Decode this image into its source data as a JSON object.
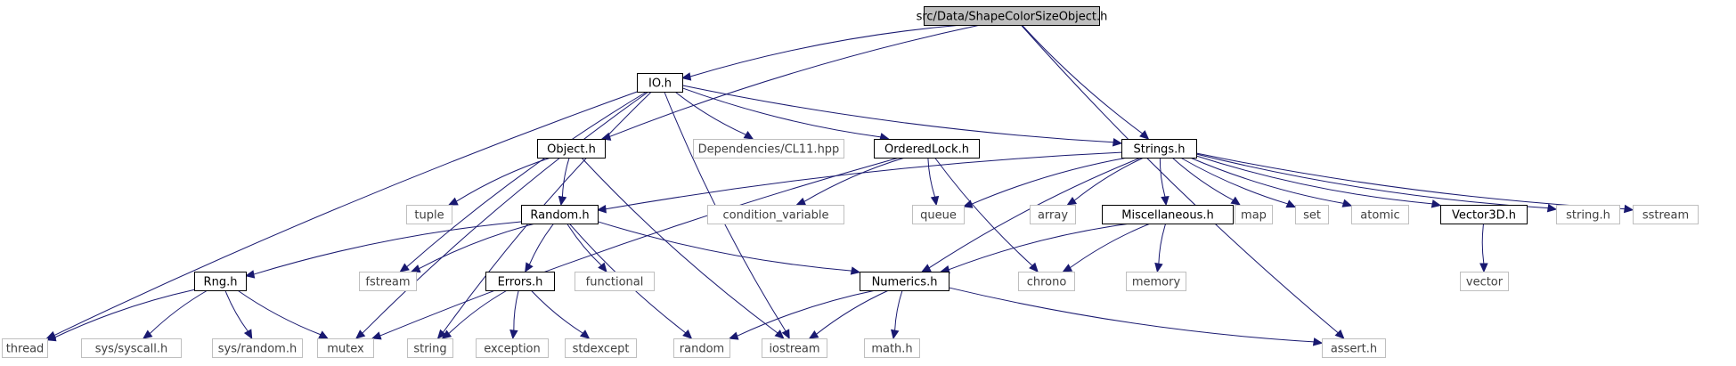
{
  "colors": {
    "edge": "#191970",
    "root_fill": "#bfbfbf",
    "documented_border": "#000000",
    "system_border": "#bfbfbf",
    "system_text": "#404040"
  },
  "nodes": [
    {
      "id": "root",
      "label": "src/Data/ShapeColorSizeObject.h",
      "kind": "root"
    },
    {
      "id": "io",
      "label": "IO.h",
      "kind": "documented"
    },
    {
      "id": "object",
      "label": "Object.h",
      "kind": "documented"
    },
    {
      "id": "strings",
      "label": "Strings.h",
      "kind": "documented"
    },
    {
      "id": "cl11",
      "label": "Dependencies/CL11.hpp",
      "kind": "system"
    },
    {
      "id": "orderedlock",
      "label": "OrderedLock.h",
      "kind": "documented"
    },
    {
      "id": "tuple",
      "label": "tuple",
      "kind": "system"
    },
    {
      "id": "random_h",
      "label": "Random.h",
      "kind": "documented"
    },
    {
      "id": "condvar",
      "label": "condition_variable",
      "kind": "system"
    },
    {
      "id": "queue",
      "label": "queue",
      "kind": "system"
    },
    {
      "id": "array",
      "label": "array",
      "kind": "system"
    },
    {
      "id": "misc",
      "label": "Miscellaneous.h",
      "kind": "documented"
    },
    {
      "id": "map",
      "label": "map",
      "kind": "system"
    },
    {
      "id": "set",
      "label": "set",
      "kind": "system"
    },
    {
      "id": "atomic",
      "label": "atomic",
      "kind": "system"
    },
    {
      "id": "vector3d",
      "label": "Vector3D.h",
      "kind": "documented"
    },
    {
      "id": "stringh",
      "label": "string.h",
      "kind": "system"
    },
    {
      "id": "sstream",
      "label": "sstream",
      "kind": "system"
    },
    {
      "id": "rng",
      "label": "Rng.h",
      "kind": "documented"
    },
    {
      "id": "fstream",
      "label": "fstream",
      "kind": "system"
    },
    {
      "id": "errors",
      "label": "Errors.h",
      "kind": "documented"
    },
    {
      "id": "functional",
      "label": "functional",
      "kind": "system"
    },
    {
      "id": "numerics",
      "label": "Numerics.h",
      "kind": "documented"
    },
    {
      "id": "chrono",
      "label": "chrono",
      "kind": "system"
    },
    {
      "id": "memory",
      "label": "memory",
      "kind": "system"
    },
    {
      "id": "vector",
      "label": "vector",
      "kind": "system"
    },
    {
      "id": "thread",
      "label": "thread",
      "kind": "system"
    },
    {
      "id": "syscall",
      "label": "sys/syscall.h",
      "kind": "system"
    },
    {
      "id": "sysrandom",
      "label": "sys/random.h",
      "kind": "system"
    },
    {
      "id": "mutex",
      "label": "mutex",
      "kind": "system"
    },
    {
      "id": "string",
      "label": "string",
      "kind": "system"
    },
    {
      "id": "exception",
      "label": "exception",
      "kind": "system"
    },
    {
      "id": "stdexcept",
      "label": "stdexcept",
      "kind": "system"
    },
    {
      "id": "random",
      "label": "random",
      "kind": "system"
    },
    {
      "id": "iostream",
      "label": "iostream",
      "kind": "system"
    },
    {
      "id": "mathh",
      "label": "math.h",
      "kind": "system"
    },
    {
      "id": "asserth",
      "label": "assert.h",
      "kind": "system"
    }
  ],
  "edges": [
    [
      "root",
      "io"
    ],
    [
      "root",
      "object"
    ],
    [
      "root",
      "strings"
    ],
    [
      "root",
      "asserth"
    ],
    [
      "io",
      "cl11"
    ],
    [
      "io",
      "orderedlock"
    ],
    [
      "io",
      "strings"
    ],
    [
      "io",
      "thread"
    ],
    [
      "io",
      "mutex"
    ],
    [
      "io",
      "string"
    ],
    [
      "io",
      "fstream"
    ],
    [
      "io",
      "iostream"
    ],
    [
      "object",
      "tuple"
    ],
    [
      "object",
      "random_h"
    ],
    [
      "object",
      "iostream"
    ],
    [
      "orderedlock",
      "mutex"
    ],
    [
      "orderedlock",
      "condvar"
    ],
    [
      "orderedlock",
      "queue"
    ],
    [
      "orderedlock",
      "chrono"
    ],
    [
      "strings",
      "random_h"
    ],
    [
      "strings",
      "queue"
    ],
    [
      "strings",
      "array"
    ],
    [
      "strings",
      "misc"
    ],
    [
      "strings",
      "map"
    ],
    [
      "strings",
      "set"
    ],
    [
      "strings",
      "atomic"
    ],
    [
      "strings",
      "vector3d"
    ],
    [
      "strings",
      "stringh"
    ],
    [
      "strings",
      "sstream"
    ],
    [
      "strings",
      "numerics"
    ],
    [
      "random_h",
      "rng"
    ],
    [
      "random_h",
      "fstream"
    ],
    [
      "random_h",
      "errors"
    ],
    [
      "random_h",
      "functional"
    ],
    [
      "random_h",
      "random"
    ],
    [
      "random_h",
      "numerics"
    ],
    [
      "misc",
      "numerics"
    ],
    [
      "misc",
      "chrono"
    ],
    [
      "misc",
      "memory"
    ],
    [
      "vector3d",
      "vector"
    ],
    [
      "rng",
      "thread"
    ],
    [
      "rng",
      "syscall"
    ],
    [
      "rng",
      "sysrandom"
    ],
    [
      "rng",
      "mutex"
    ],
    [
      "errors",
      "string"
    ],
    [
      "errors",
      "exception"
    ],
    [
      "errors",
      "stdexcept"
    ],
    [
      "numerics",
      "random"
    ],
    [
      "numerics",
      "iostream"
    ],
    [
      "numerics",
      "mathh"
    ],
    [
      "numerics",
      "asserth"
    ]
  ]
}
